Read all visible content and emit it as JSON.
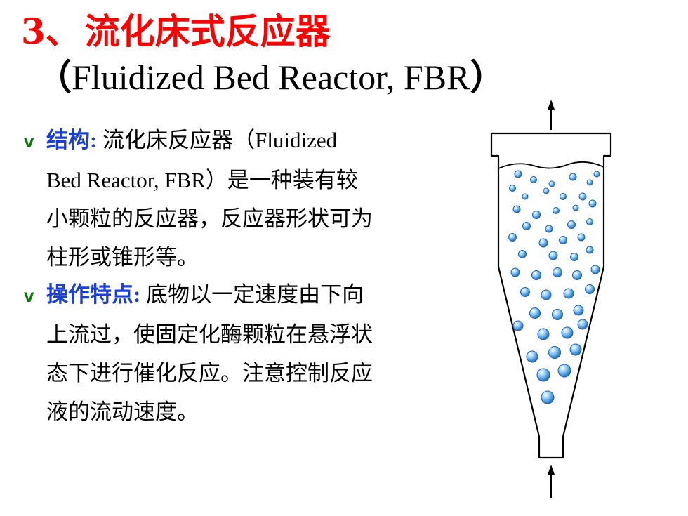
{
  "slide": {
    "title": {
      "number": "3",
      "separator": "、",
      "text": "流化床式反应器"
    },
    "subtitle": {
      "open_paren": "（",
      "text": "Fluidized Bed Reactor, FBR",
      "close_paren": "）"
    },
    "bullets": [
      {
        "marker": "v",
        "keyword": "结构",
        "colon": ":",
        "lines": [
          " 流化床反应器（Fluidized",
          "Bed Reactor, FBR）是一种装有较",
          "小颗粒的反应器，反应器形状可为",
          "柱形或锥形等。"
        ]
      },
      {
        "marker": "v",
        "keyword": "操作特点",
        "colon": ":",
        "lines": [
          " 底物以一定速度由下向",
          "上流过，使固定化酶颗粒在悬浮状",
          "态下进行催化反应。注意控制反应",
          "液的流动速度。"
        ]
      }
    ]
  },
  "colors": {
    "title": "#ff0000",
    "keyword": "#1a3fd6",
    "bullet_marker": "#0a7a0a",
    "bubble_fill": "#4aa3e8",
    "bubble_edge": "#1f66b0"
  },
  "diagram": {
    "icons": [
      "outlet-arrow-up-icon",
      "inlet-arrow-up-icon"
    ]
  }
}
